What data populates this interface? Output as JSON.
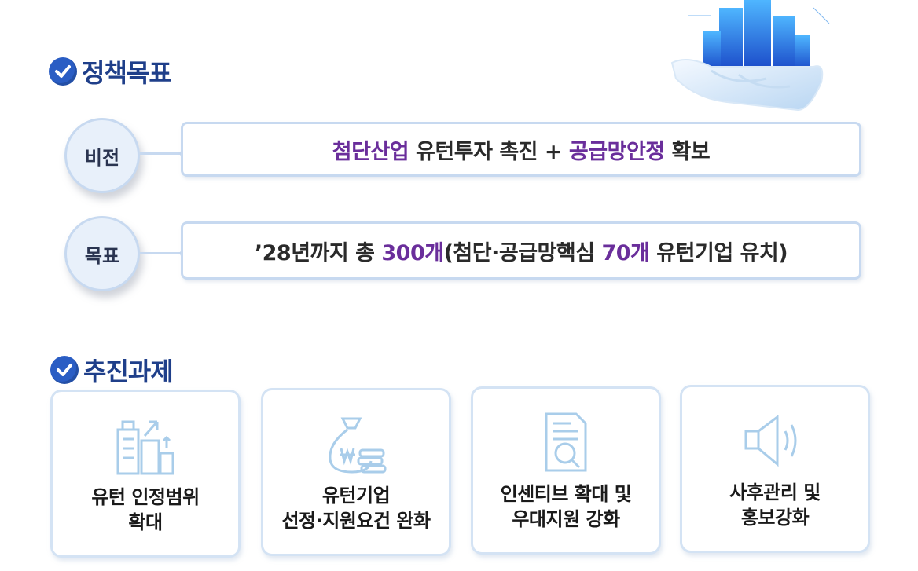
{
  "section_goal": {
    "title": "정책목표"
  },
  "vision": {
    "label": "비전",
    "parts": [
      "첨단산업",
      " 유턴투자 촉진 + ",
      "공급망안정",
      " 확보"
    ]
  },
  "target": {
    "label": "목표",
    "parts": [
      "’28년까지 총 ",
      "300개",
      "(첨단·공급망핵심 ",
      "70개",
      " 유턴기업 유치)"
    ]
  },
  "section_tasks": {
    "title": "추진과제"
  },
  "tasks": [
    {
      "label": "유턴 인정범위\n확대",
      "icon": "buildings-icon"
    },
    {
      "label": "유턴기업\n선정·지원요건 완화",
      "icon": "money-bag-icon"
    },
    {
      "label": "인센티브 확대 및\n우대지원 강화",
      "icon": "document-search-icon"
    },
    {
      "label": "사후관리 및\n홍보강화",
      "icon": "speaker-icon"
    }
  ],
  "colors": {
    "title": "#1f3f8a",
    "highlight": "#6a2e9b",
    "border": "#c7d9f0",
    "icon": "#a9cdea"
  }
}
